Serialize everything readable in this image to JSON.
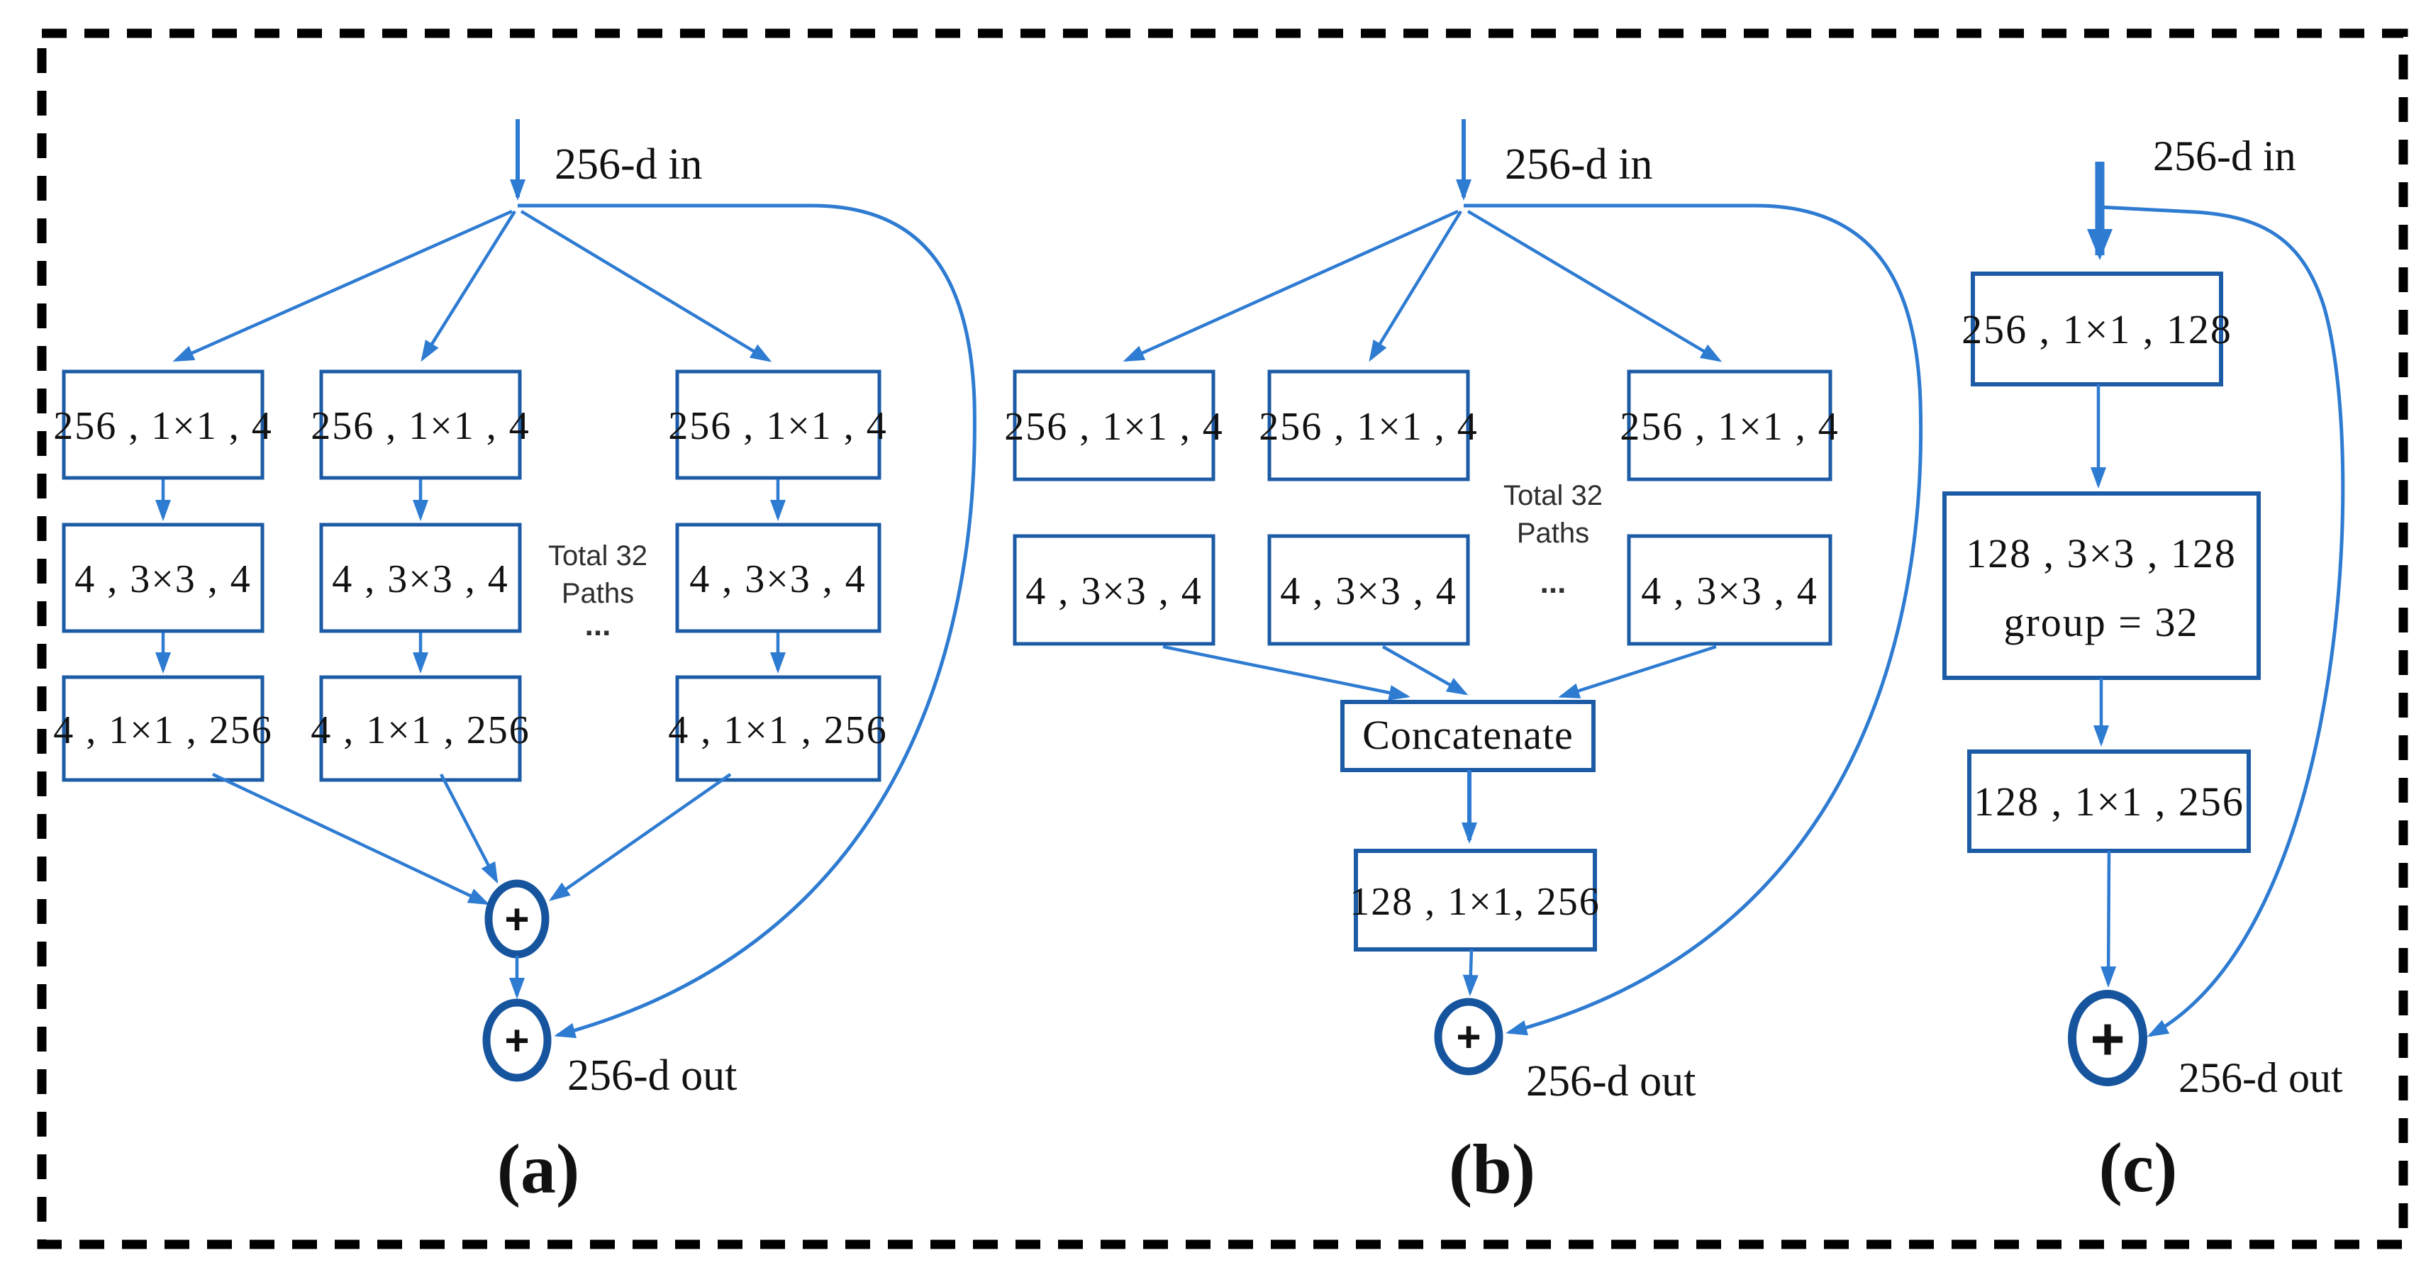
{
  "colors": {
    "background": "#ffffff",
    "frame_dash": "#000000",
    "arrow_blue": "#2e7bd2",
    "shape_border_blue": "#1c5ba6",
    "circle_border_blue": "#16549e",
    "box_text": "#111111",
    "note_text": "#2e2e2e"
  },
  "panels": {
    "a": {
      "caption": "(a)",
      "in_label": "256-d in",
      "out_label": "256-d out",
      "note": {
        "line1": "Total 32",
        "line2": "Paths",
        "line3": "..."
      },
      "branch_layers": {
        "conv1": "256 , 1×1 , 4",
        "conv2": "4 , 3×3 , 4",
        "conv3": "4 , 1×1 , 256"
      },
      "plus": "+"
    },
    "b": {
      "caption": "(b)",
      "in_label": "256-d in",
      "out_label": "256-d out",
      "note": {
        "line1": "Total 32",
        "line2": "Paths",
        "line3": "..."
      },
      "branch_layers": {
        "conv1": "256 , 1×1 , 4",
        "conv2": "4 , 3×3 , 4"
      },
      "concat_label": "Concatenate",
      "fuse_label": "128 , 1×1, 256",
      "plus": "+"
    },
    "c": {
      "caption": "(c)",
      "in_label": "256-d in",
      "out_label": "256-d out",
      "layer1": "256 , 1×1 , 128",
      "layer2_line1": "128 , 3×3 , 128",
      "layer2_line2": "group = 32",
      "layer3": "128 , 1×1 , 256",
      "plus": "+"
    }
  }
}
